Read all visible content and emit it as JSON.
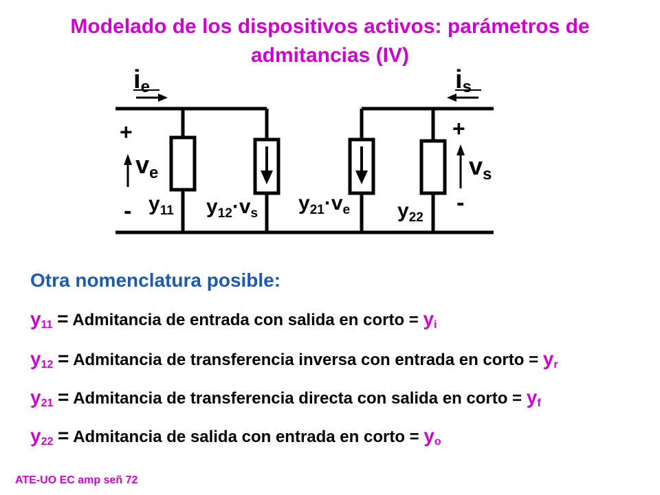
{
  "title": "Modelado de los dispositivos activos: parámetros de admitancias (IV)",
  "colors": {
    "accent": "#cc00cc",
    "blue": "#1f5aa8",
    "ink": "#000000"
  },
  "circuit": {
    "input_current": {
      "base": "i",
      "sub": "e"
    },
    "output_current": {
      "base": "i",
      "sub": "s"
    },
    "input_voltage": {
      "base": "v",
      "sub": "e"
    },
    "output_voltage": {
      "base": "v",
      "sub": "s"
    },
    "plus": "+",
    "minus": "-",
    "y11": {
      "base": "y",
      "sub": "11"
    },
    "y12_source": {
      "base": "y",
      "sub": "12",
      "mult": "·v",
      "sub2": "s"
    },
    "y21_source": {
      "base": "y",
      "sub": "21",
      "mult": "·v",
      "sub2": "e"
    },
    "y22": {
      "base": "y",
      "sub": "22"
    }
  },
  "subtitle": "Otra nomenclatura posible:",
  "definitions": [
    {
      "base": "y",
      "sub": "11",
      "eq": "=",
      "text": "Admitancia de entrada con salida en corto =",
      "alt_base": "y",
      "alt_sub": "i"
    },
    {
      "base": "y",
      "sub": "12",
      "eq": "=",
      "text": "Admitancia de transferencia inversa con entrada en corto =",
      "alt_base": "y",
      "alt_sub": "r"
    },
    {
      "base": "y",
      "sub": "21",
      "eq": "=",
      "text": "Admitancia de transferencia directa con salida en corto =",
      "alt_base": "y",
      "alt_sub": "f"
    },
    {
      "base": "y",
      "sub": "22",
      "eq": "=",
      "text": "Admitancia de salida con entrada en corto =",
      "alt_base": "y",
      "alt_sub": "o"
    }
  ],
  "footer": "ATE-UO EC amp señ 72"
}
